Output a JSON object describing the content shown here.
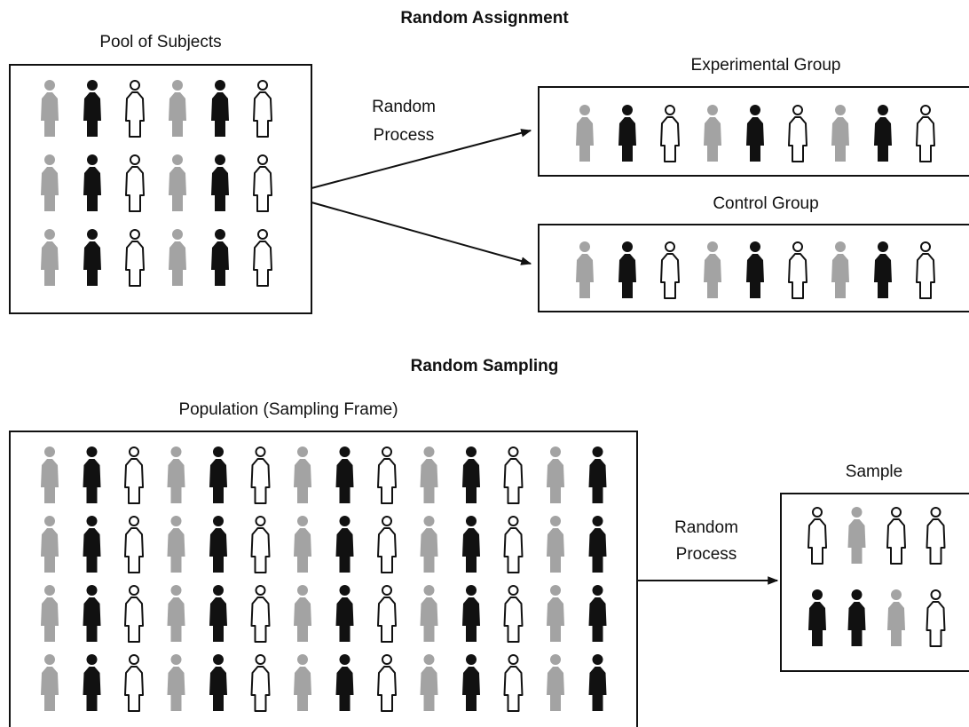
{
  "colors": {
    "gray": "#a3a3a3",
    "black": "#111111",
    "white": "#ffffff",
    "outline": "#111111"
  },
  "icon_name": "person-icon",
  "random_assignment": {
    "title": "Random Assignment",
    "pool_label": "Pool of Subjects",
    "pool_rows": [
      [
        "gray",
        "black",
        "white",
        "gray",
        "black",
        "white"
      ],
      [
        "gray",
        "black",
        "white",
        "gray",
        "black",
        "white"
      ],
      [
        "gray",
        "black",
        "white",
        "gray",
        "black",
        "white"
      ]
    ],
    "process_label_line1": "Random",
    "process_label_line2": "Process",
    "experimental_label": "Experimental Group",
    "experimental_row": [
      "gray",
      "black",
      "white",
      "gray",
      "black",
      "white",
      "gray",
      "black",
      "white"
    ],
    "control_label": "Control Group",
    "control_row": [
      "gray",
      "black",
      "white",
      "gray",
      "black",
      "white",
      "gray",
      "black",
      "white"
    ]
  },
  "random_sampling": {
    "title": "Random Sampling",
    "population_label": "Population (Sampling Frame)",
    "population_rows": [
      [
        "gray",
        "black",
        "white",
        "gray",
        "black",
        "white",
        "gray",
        "black",
        "white",
        "gray",
        "black",
        "white",
        "gray",
        "black"
      ],
      [
        "gray",
        "black",
        "white",
        "gray",
        "black",
        "white",
        "gray",
        "black",
        "white",
        "gray",
        "black",
        "white",
        "gray",
        "black"
      ],
      [
        "gray",
        "black",
        "white",
        "gray",
        "black",
        "white",
        "gray",
        "black",
        "white",
        "gray",
        "black",
        "white",
        "gray",
        "black"
      ],
      [
        "gray",
        "black",
        "white",
        "gray",
        "black",
        "white",
        "gray",
        "black",
        "white",
        "gray",
        "black",
        "white",
        "gray",
        "black"
      ]
    ],
    "process_label_line1": "Random",
    "process_label_line2": "Process",
    "sample_label": "Sample",
    "sample_rows": [
      [
        "white",
        "gray",
        "white",
        "white"
      ],
      [
        "black",
        "black",
        "gray",
        "white"
      ]
    ]
  }
}
